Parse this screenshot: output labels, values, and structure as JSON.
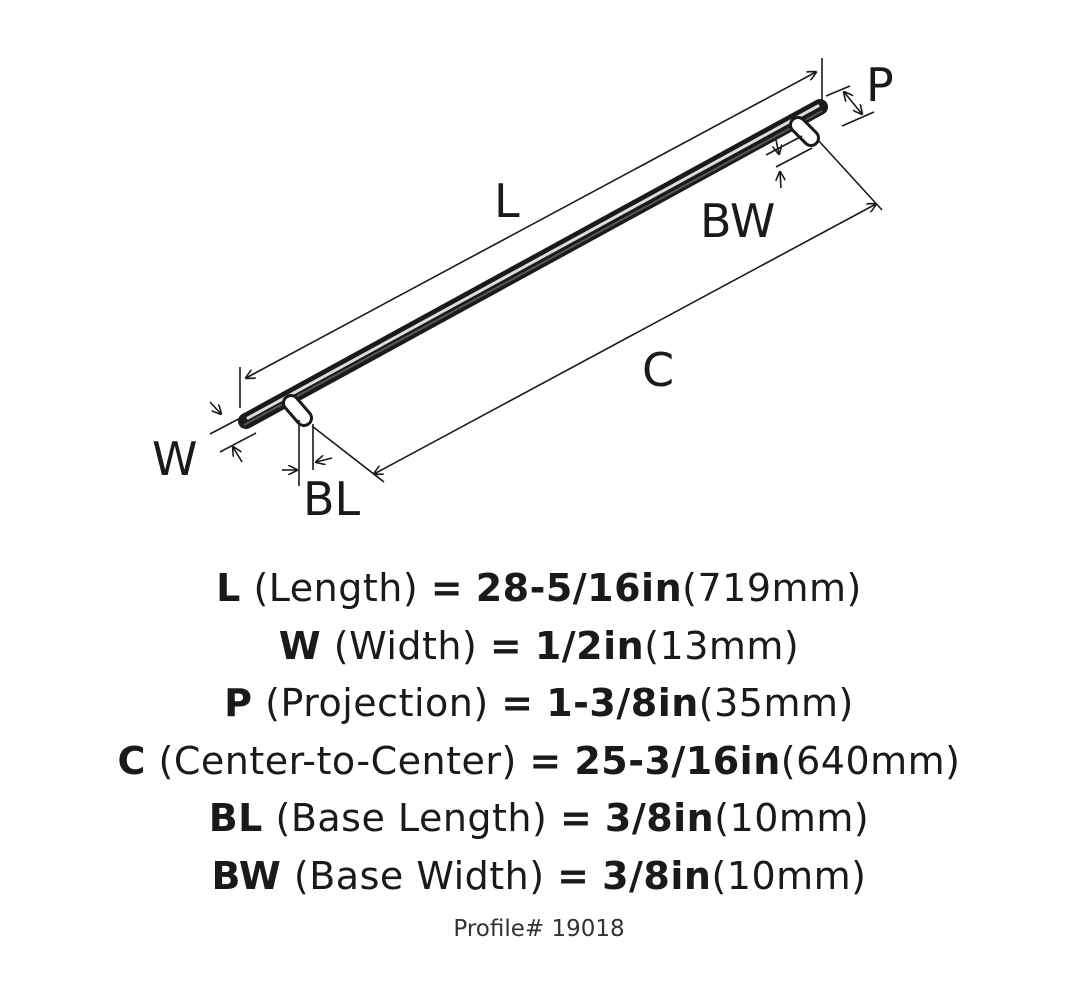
{
  "diagram": {
    "labels": {
      "L": "L",
      "P": "P",
      "BW": "BW",
      "C": "C",
      "W": "W",
      "BL": "BL"
    }
  },
  "specs": [
    {
      "key": "L",
      "desc": "(Length)",
      "eq": "=",
      "value": "28-5/16in",
      "metric": "(719mm)"
    },
    {
      "key": "W",
      "desc": "(Width)",
      "eq": "=",
      "value": "1/2in",
      "metric": "(13mm)"
    },
    {
      "key": "P",
      "desc": "(Projection)",
      "eq": "=",
      "value": "1-3/8in",
      "metric": "(35mm)"
    },
    {
      "key": "C",
      "desc": "(Center-to-Center)",
      "eq": "=",
      "value": "25-3/16in",
      "metric": "(640mm)"
    },
    {
      "key": "BL",
      "desc": "(Base Length)",
      "eq": "=",
      "value": "3/8in",
      "metric": "(10mm)"
    },
    {
      "key": "BW",
      "desc": "(Base Width)",
      "eq": "=",
      "value": "3/8in",
      "metric": "(10mm)"
    }
  ],
  "profile": "Profile# 19018"
}
